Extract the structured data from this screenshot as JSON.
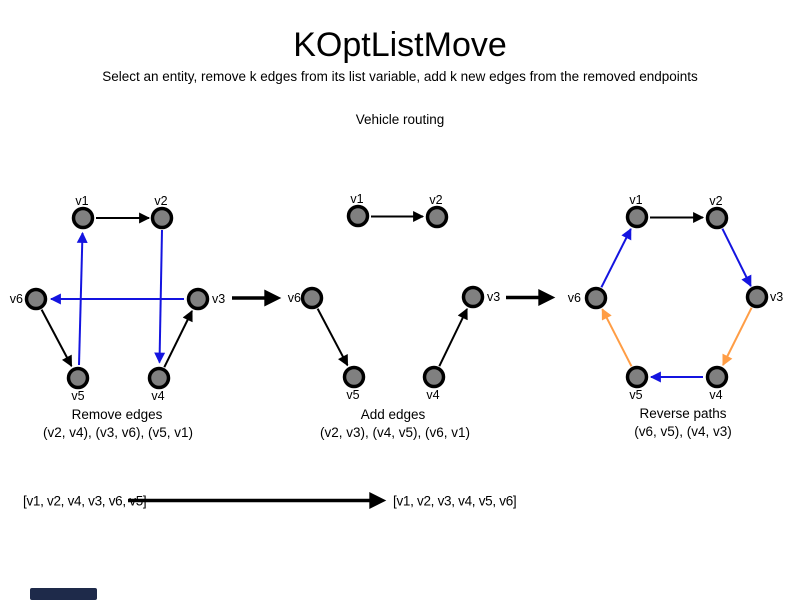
{
  "header": {
    "title": "KOptListMove",
    "subtitle": "Select an entity, remove k edges from its list variable, add k new edges from the removed endpoints",
    "context_label": "Vehicle routing"
  },
  "colors": {
    "edge_default": "#000000",
    "edge_changed_blue": "#1414e0",
    "edge_reversed_orange": "#ff9d45",
    "node_fill": "#808080",
    "node_border": "#000000"
  },
  "graphs": [
    {
      "name": "remove-edges",
      "caption": "Remove edges",
      "edge_list": "(v2, v4), (v3, v6), (v5, v1)",
      "node_labels": [
        "v1",
        "v2",
        "v3",
        "v4",
        "v5",
        "v6"
      ],
      "edges": [
        {
          "from": "v1",
          "to": "v2",
          "color": "black"
        },
        {
          "from": "v2",
          "to": "v4",
          "color": "blue"
        },
        {
          "from": "v3",
          "to": "v6",
          "color": "blue"
        },
        {
          "from": "v5",
          "to": "v1",
          "color": "blue"
        },
        {
          "from": "v6",
          "to": "v5",
          "color": "black"
        },
        {
          "from": "v4",
          "to": "v3",
          "color": "black"
        }
      ]
    },
    {
      "name": "add-edges",
      "caption": "Add edges",
      "edge_list": "(v2, v3), (v4, v5), (v6, v1)",
      "node_labels": [
        "v1",
        "v2",
        "v3",
        "v4",
        "v5",
        "v6"
      ],
      "edges": [
        {
          "from": "v1",
          "to": "v2",
          "color": "black"
        },
        {
          "from": "v6",
          "to": "v5",
          "color": "black"
        },
        {
          "from": "v4",
          "to": "v3",
          "color": "black"
        }
      ]
    },
    {
      "name": "reverse-paths",
      "caption": "Reverse paths",
      "edge_list": "(v6, v5), (v4, v3)",
      "node_labels": [
        "v1",
        "v2",
        "v3",
        "v4",
        "v5",
        "v6"
      ],
      "edges": [
        {
          "from": "v1",
          "to": "v2",
          "color": "black"
        },
        {
          "from": "v2",
          "to": "v3",
          "color": "blue"
        },
        {
          "from": "v3",
          "to": "v4",
          "color": "orange"
        },
        {
          "from": "v4",
          "to": "v5",
          "color": "blue"
        },
        {
          "from": "v5",
          "to": "v6",
          "color": "orange"
        },
        {
          "from": "v6",
          "to": "v1",
          "color": "blue"
        }
      ]
    }
  ],
  "list_transform": {
    "before": "[v1, v2, v4, v3, v6, v5]",
    "after": "[v1, v2, v3, v4, v5, v6]"
  }
}
